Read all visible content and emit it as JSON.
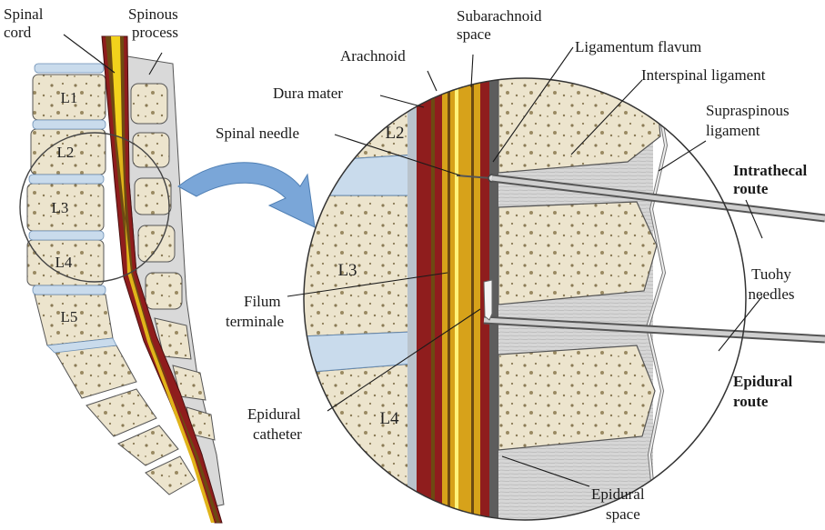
{
  "labels": {
    "spinal_cord_1": "Spinal",
    "spinal_cord_2": "cord",
    "spinous_1": "Spinous",
    "spinous_2": "process",
    "subarachnoid_1": "Subarachnoid",
    "subarachnoid_2": "space",
    "arachnoid": "Arachnoid",
    "ligamentum_flavum": "Ligamentum flavum",
    "interspinal_ligament": "Interspinal ligament",
    "dura_mater": "Dura mater",
    "supraspinous_1": "Supraspinous",
    "supraspinous_2": "ligament",
    "spinal_needle": "Spinal needle",
    "intrathecal_1": "Intrathecal",
    "intrathecal_2": "route",
    "tuohy_1": "Tuohy",
    "tuohy_2": "needles",
    "filum_1": "Filum",
    "filum_2": "terminale",
    "epidural_route_1": "Epidural",
    "epidural_route_2": "route",
    "epidural_catheter_1": "Epidural",
    "epidural_catheter_2": "catheter",
    "epidural_space_1": "Epidural",
    "epidural_space_2": "space"
  },
  "vertebrae_left": [
    "L1",
    "L2",
    "L3",
    "L4",
    "L5"
  ],
  "vertebrae_zoom": [
    "L2",
    "L3",
    "L4"
  ],
  "colors": {
    "bone": "#ece4cd",
    "disc": "#c9dbec",
    "dura": "#8f1d1d",
    "cord_dark": "#6d4a12",
    "cord": "#d7a21a",
    "csf_yellow": "#f2d21c",
    "ligament": "#d2d2d2",
    "arrow": "#6f9bd1"
  }
}
